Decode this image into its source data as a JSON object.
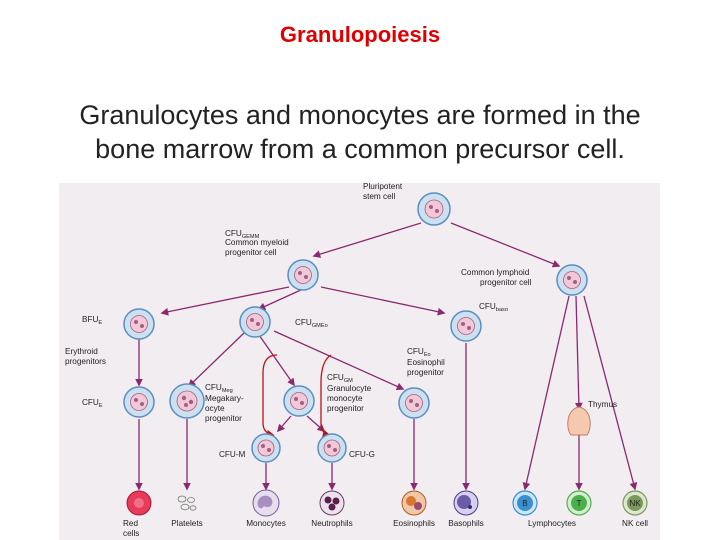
{
  "title": "Granulopoiesis",
  "subtitle_lines": [
    "Granulocytes and monocytes are formed in the",
    "bone marrow from a common precursor cell."
  ],
  "figure": {
    "stem": [
      "Pluripotent",
      "stem cell"
    ],
    "cfu_gemm": {
      "main": "CFU",
      "sub": "GEMM",
      "desc": [
        "Common myeloid",
        "progenitor cell"
      ]
    },
    "lymphoid": [
      "Common lymphoid",
      "progenitor cell"
    ],
    "bfu_e": {
      "main": "BFU",
      "sub": "E"
    },
    "cfu_gmeo": {
      "main": "CFU",
      "sub": "GMEo"
    },
    "cfu_baso": {
      "main": "CFU",
      "sub": "baso"
    },
    "erythroid": [
      "Erythroid",
      "progenitors"
    ],
    "cfu_e": {
      "main": "CFU",
      "sub": "E"
    },
    "cfu_meg": {
      "main": "CFU",
      "sub": "Meg",
      "desc": [
        "Megakary-",
        "ocyte",
        "progenitor"
      ]
    },
    "cfu_gm": {
      "main": "CFU",
      "sub": "GM",
      "desc": [
        "Granulocyte",
        "monocyte",
        "progenitor"
      ]
    },
    "cfu_eo": {
      "main": "CFU",
      "sub": "Eo",
      "desc": [
        "Eosinophil",
        "progenitor"
      ]
    },
    "thymus": "Thymus",
    "cfu_m": "CFU-M",
    "cfu_g": "CFU-G",
    "lymph_letters": [
      "B",
      "T",
      "NK"
    ],
    "bottom": [
      "Red",
      "cells",
      "Platelets",
      "Monocytes",
      "Neutrophils",
      "Eosinophils",
      "Basophils",
      "Lymphocytes",
      "NK cell"
    ]
  },
  "colors": {
    "title": "#e00000",
    "arrow": "#8a2a6e",
    "cell_fill": "#cde0f0",
    "cell_stroke": "#5a8ec0",
    "nucleus": "#f2c8d8",
    "red_cell": "#e83a5a",
    "monocyte": "#a98ec2",
    "neutrophil": "#5a1f4a",
    "eosinophil": "#d9772e",
    "basophil": "#6a5ca8",
    "lymph_b": "#3a8fd0",
    "lymph_t": "#4bb04b",
    "lymph_nk": "#7a9a5a",
    "thymus": "#f5c8b0",
    "bracket": "#c01010"
  }
}
